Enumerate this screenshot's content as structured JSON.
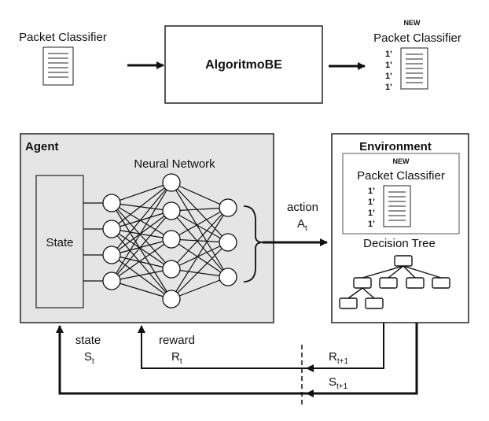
{
  "top": {
    "input_label": "Packet Classifier",
    "process_label": "AlgoritmoBE",
    "output_new": "NEW",
    "output_label": "Packet Classifier",
    "rule_marks": [
      "1'",
      "1'",
      "1'",
      "1'"
    ]
  },
  "agent": {
    "title": "Agent",
    "network_label": "Neural Network",
    "state_box": "State"
  },
  "environment": {
    "title": "Environment",
    "new_badge": "NEW",
    "classifier_label": "Packet Classifier",
    "rule_marks": [
      "1'",
      "1'",
      "1'",
      "1'"
    ],
    "tree_label": "Decision Tree"
  },
  "signals": {
    "action": "action",
    "action_sym": "A",
    "action_sub": "t",
    "state": "state",
    "state_sym": "S",
    "state_sub": "t",
    "reward": "reward",
    "reward_sym": "R",
    "reward_sub": "t",
    "reward_next_sym": "R",
    "reward_next_sub": "t+1",
    "state_next_sym": "S",
    "state_next_sub": "t+1"
  }
}
